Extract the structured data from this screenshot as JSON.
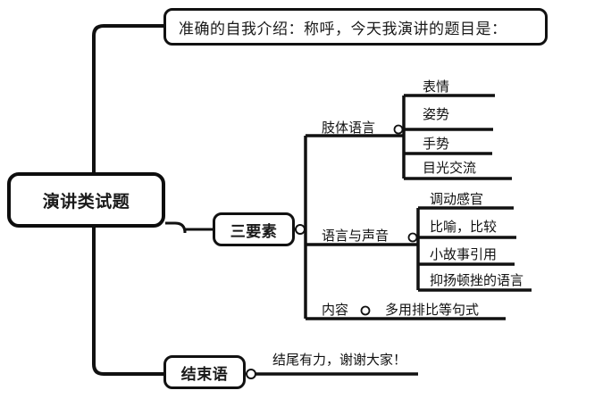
{
  "diagram": {
    "type": "mind-map",
    "title": "演讲类试题",
    "root": {
      "label": "演讲类试题"
    },
    "branches": [
      {
        "id": "intro",
        "label": "准确的自我介绍：称呼，今天我演讲的题目是：",
        "style": "box"
      },
      {
        "id": "three-elements",
        "label": "三要素",
        "style": "box",
        "children": [
          {
            "id": "body-language",
            "label": "肢体语言",
            "children": [
              {
                "label": "表情"
              },
              {
                "label": "姿势"
              },
              {
                "label": "手势"
              },
              {
                "label": "目光交流"
              }
            ]
          },
          {
            "id": "language-voice",
            "label": "语言与声音",
            "children": [
              {
                "label": "调动感官"
              },
              {
                "label": "比喻，比较"
              },
              {
                "label": "小故事引用"
              },
              {
                "label": "抑扬顿挫的语言"
              }
            ]
          },
          {
            "id": "content",
            "label": "内容",
            "children": [
              {
                "label": "多用排比等句式"
              }
            ]
          }
        ]
      },
      {
        "id": "closing",
        "label": "结束语",
        "style": "box",
        "children": [
          {
            "label": "结尾有力，谢谢大家！"
          }
        ]
      }
    ],
    "colors": {
      "line": "#111111",
      "box_border": "#0d0d0d",
      "text": "#1a1a1a",
      "background": "#ffffff"
    }
  }
}
